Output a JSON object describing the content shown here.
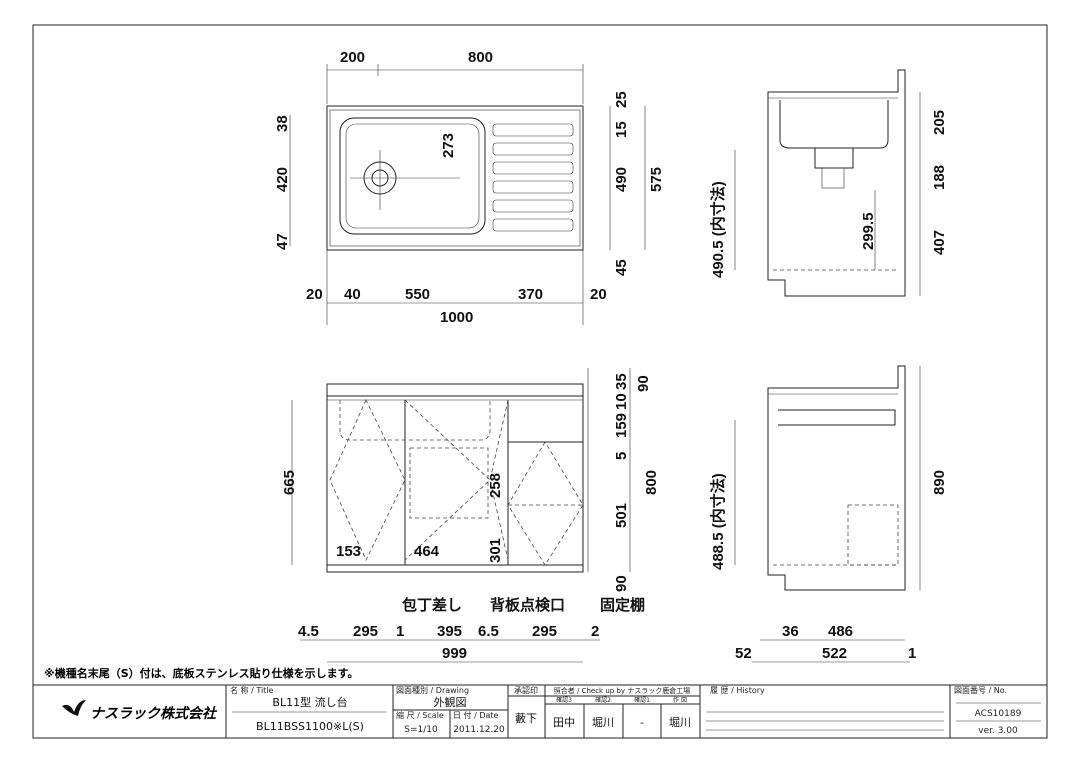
{
  "company": "ナスラック株式会社",
  "title_label": "名 称 / Title",
  "title": "BL11型 流し台",
  "model": "BL11BSS1100※L(S)",
  "drawing_label": "図面種別 / Drawing",
  "drawing": "外観図",
  "scale_label": "縮 尺 / Scale",
  "scale": "S=1/10",
  "date_label": "日 付 / Date",
  "date": "2011.12.20",
  "approval_label": "承認印",
  "approval": "藪下",
  "check_label": "照合者 / Check up by ナスラック鹿倉工場",
  "checkers": [
    {
      "role": "確認3",
      "name": "田中"
    },
    {
      "role": "確認2",
      "name": "堀川"
    },
    {
      "role": "確認1",
      "name": "-"
    },
    {
      "role": "作 図",
      "name": "堀川"
    }
  ],
  "history_label": "履 歴 / History",
  "no_label": "図面番号 / No.",
  "drawing_no": "ACS10189",
  "version": "ver. 3.00",
  "note": "※機種名末尾（S）付は、底板ステンレス貼り仕様を示します。",
  "plan": {
    "top": [
      "200",
      "800"
    ],
    "left": [
      "38",
      "420",
      "47"
    ],
    "inner": "273",
    "right": [
      "25",
      "15",
      "490",
      "45"
    ],
    "right_total": "575",
    "bottom": [
      "20",
      "40",
      "550",
      "370",
      "20"
    ],
    "total": "1000"
  },
  "side_top": {
    "inner": "490.5 (内寸法)",
    "drain": "299.5",
    "right": [
      "205",
      "188",
      "407"
    ]
  },
  "front": {
    "right": [
      "35",
      "10",
      "159",
      "5",
      "501",
      "90"
    ],
    "right_outer": "90",
    "total": "800",
    "left": "665",
    "inner": [
      "258",
      "301",
      "153",
      "464"
    ],
    "labels": [
      "包丁差し",
      "背板点検口",
      "固定棚"
    ],
    "bottom": [
      "4.5",
      "295",
      "1",
      "395",
      "6.5",
      "295",
      "2"
    ],
    "width": "999"
  },
  "side_bottom": {
    "inner": "488.5 (内寸法)",
    "height": "890",
    "bottom": [
      "36",
      "486"
    ],
    "bottom2": [
      "52",
      "522",
      "1"
    ]
  }
}
